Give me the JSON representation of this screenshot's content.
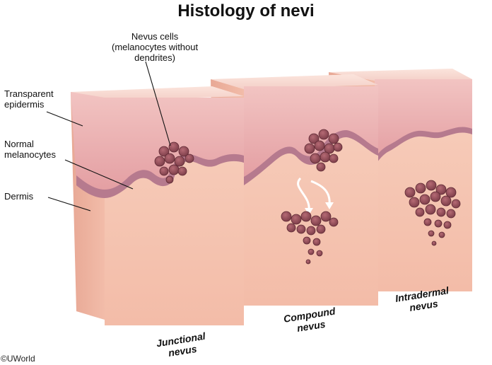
{
  "title": "Histology of nevi",
  "labels": {
    "nevus_cells": [
      "Nevus cells",
      "(melanocytes without",
      "dendrites)"
    ],
    "epidermis": [
      "Transparent",
      "epidermis"
    ],
    "melanocytes": [
      "Normal",
      "melanocytes"
    ],
    "dermis": [
      "Dermis"
    ]
  },
  "captions": {
    "junctional": [
      "Junctional",
      "nevus"
    ],
    "compound": [
      "Compound",
      "nevus"
    ],
    "intradermal": [
      "Intradermal",
      "nevus"
    ]
  },
  "copyright": "©UWorld",
  "colors": {
    "dermis": "#f5c5b0",
    "epidermis": "#e9a9a6",
    "nevus_cells": "#8f4a55",
    "basal_layer": "#b67a8e"
  }
}
